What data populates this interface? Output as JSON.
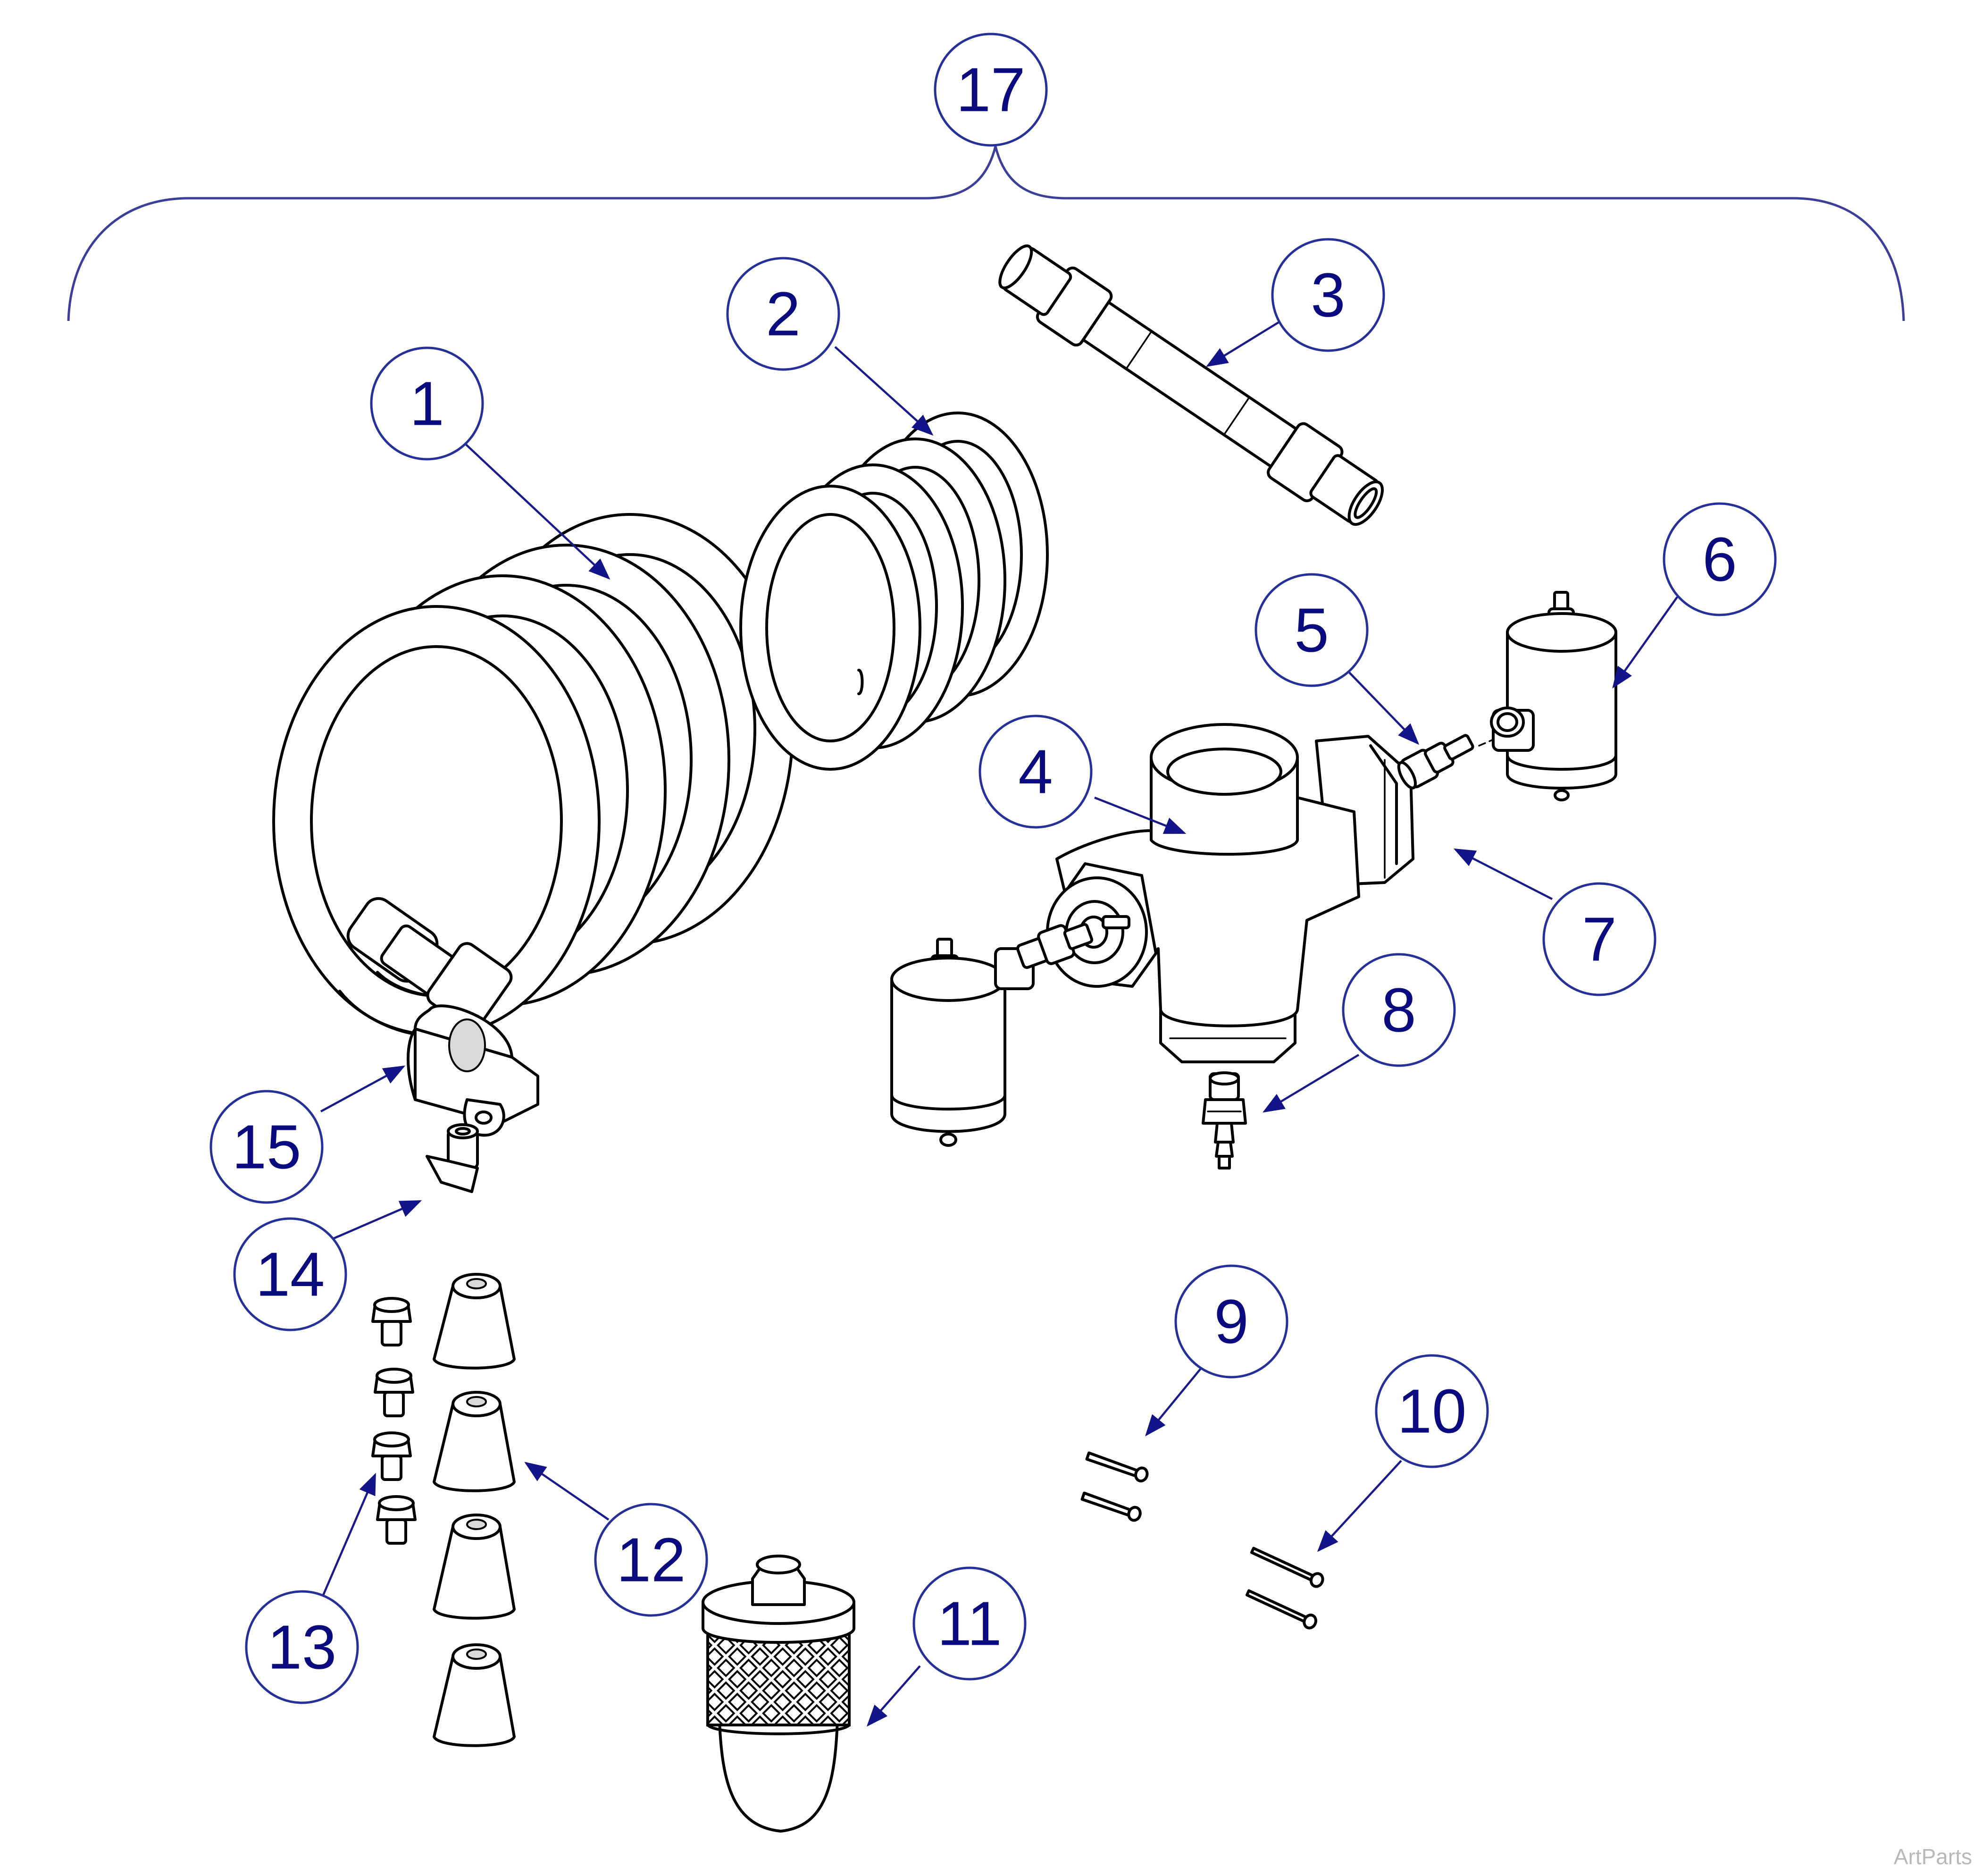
{
  "callouts": [
    {
      "id": "1",
      "label": "1"
    },
    {
      "id": "2",
      "label": "2"
    },
    {
      "id": "3",
      "label": "3"
    },
    {
      "id": "4",
      "label": "4"
    },
    {
      "id": "5",
      "label": "5"
    },
    {
      "id": "6",
      "label": "6"
    },
    {
      "id": "7",
      "label": "7"
    },
    {
      "id": "8",
      "label": "8"
    },
    {
      "id": "9",
      "label": "9"
    },
    {
      "id": "10",
      "label": "10"
    },
    {
      "id": "11",
      "label": "11"
    },
    {
      "id": "12",
      "label": "12"
    },
    {
      "id": "13",
      "label": "13"
    },
    {
      "id": "14",
      "label": "14"
    },
    {
      "id": "15",
      "label": "15"
    },
    {
      "id": "17",
      "label": "17"
    }
  ],
  "watermark": "ArtParts",
  "colors": {
    "callout_text": "#0b0b80",
    "callout_circle": "#26309a",
    "leader": "#1a1a8c",
    "part_line": "#000000",
    "watermark": "#b8b8b8"
  }
}
